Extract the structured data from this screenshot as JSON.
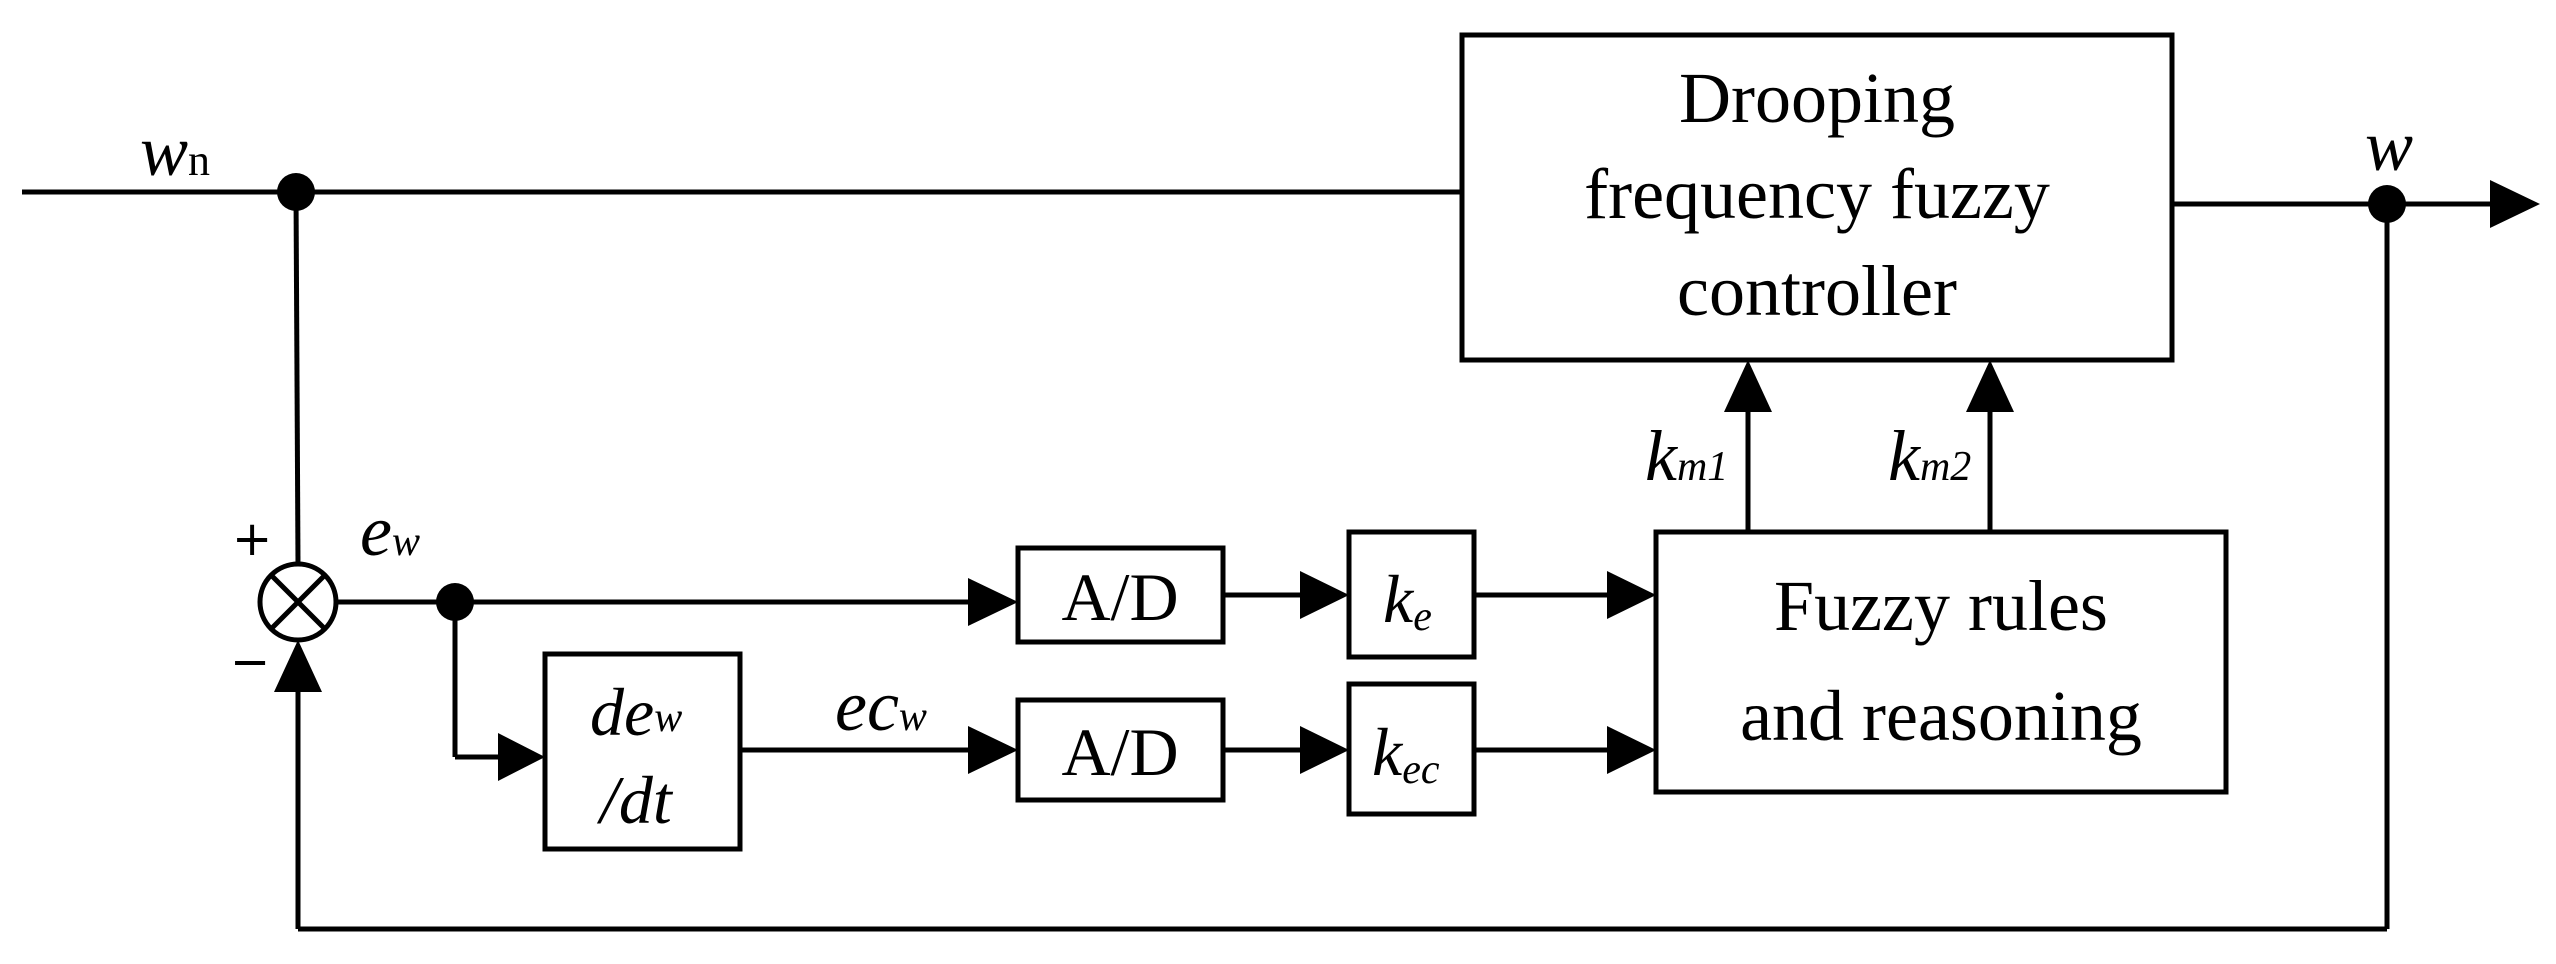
{
  "blocks": {
    "drooping_controller": {
      "line1": "Drooping",
      "line2": "frequency fuzzy",
      "line3": "controller"
    },
    "fuzzy_rules": {
      "line1": "Fuzzy rules",
      "line2": "and reasoning"
    },
    "ad_top": "A/D",
    "ad_bottom": "A/D",
    "gain_e": {
      "base": "k",
      "sub": "e"
    },
    "gain_ec": {
      "base": "k",
      "sub": "ec"
    },
    "derivative": {
      "line1_base": "de",
      "line1_sub": "w",
      "line2": "/dt"
    }
  },
  "signals": {
    "input": {
      "base": "w",
      "sub": "n"
    },
    "output": "w",
    "error": {
      "base": "e",
      "sub": "w"
    },
    "error_change": {
      "base": "ec",
      "sub": "w"
    },
    "km1": {
      "base": "k",
      "sub": "m1"
    },
    "km2": {
      "base": "k",
      "sub": "m2"
    }
  },
  "summing_junction": {
    "plus_sign": "+",
    "minus_sign": "−"
  }
}
